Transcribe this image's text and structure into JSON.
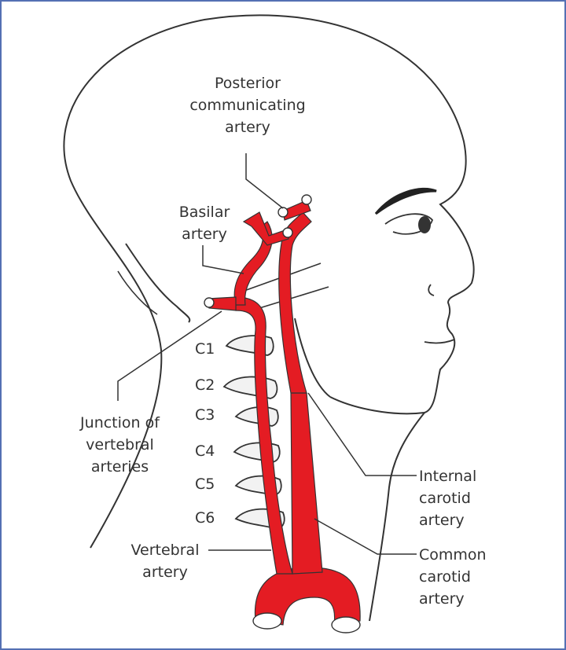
{
  "colors": {
    "frame": "#5470b3",
    "artery": "#e41c23",
    "outline": "#333333",
    "vertebra": "#f2f2f2"
  },
  "labels": {
    "posterior_communicating": [
      "Posterior",
      "communicating",
      "artery"
    ],
    "basilar": [
      "Basilar",
      "artery"
    ],
    "junction": [
      "Junction of",
      "vertebral",
      "arteries"
    ],
    "internal_carotid": [
      "Internal",
      "carotid",
      "artery"
    ],
    "common_carotid": [
      "Common",
      "carotid",
      "artery"
    ],
    "vertebral": [
      "Vertebral",
      "artery"
    ],
    "vertebrae": [
      "C1",
      "C2",
      "C3",
      "C4",
      "C5",
      "C6"
    ]
  }
}
